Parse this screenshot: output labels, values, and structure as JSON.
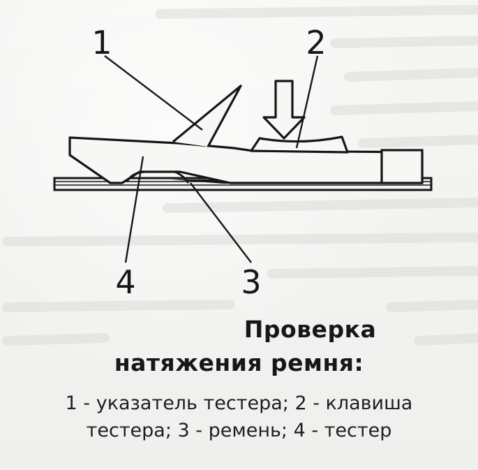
{
  "labels": {
    "l1": "1",
    "l2": "2",
    "l3": "3",
    "l4": "4"
  },
  "title": {
    "line1": "Проверка",
    "line2": "натяжения ремня:"
  },
  "caption": {
    "line1": "1 - указатель тестера;  2 - клавиша",
    "line2": "тестера;  3 - ремень;  4 - тестер"
  },
  "colors": {
    "ink": "#161616",
    "paper": "#f4f4f2",
    "faded_text": "#d6d6d3"
  }
}
